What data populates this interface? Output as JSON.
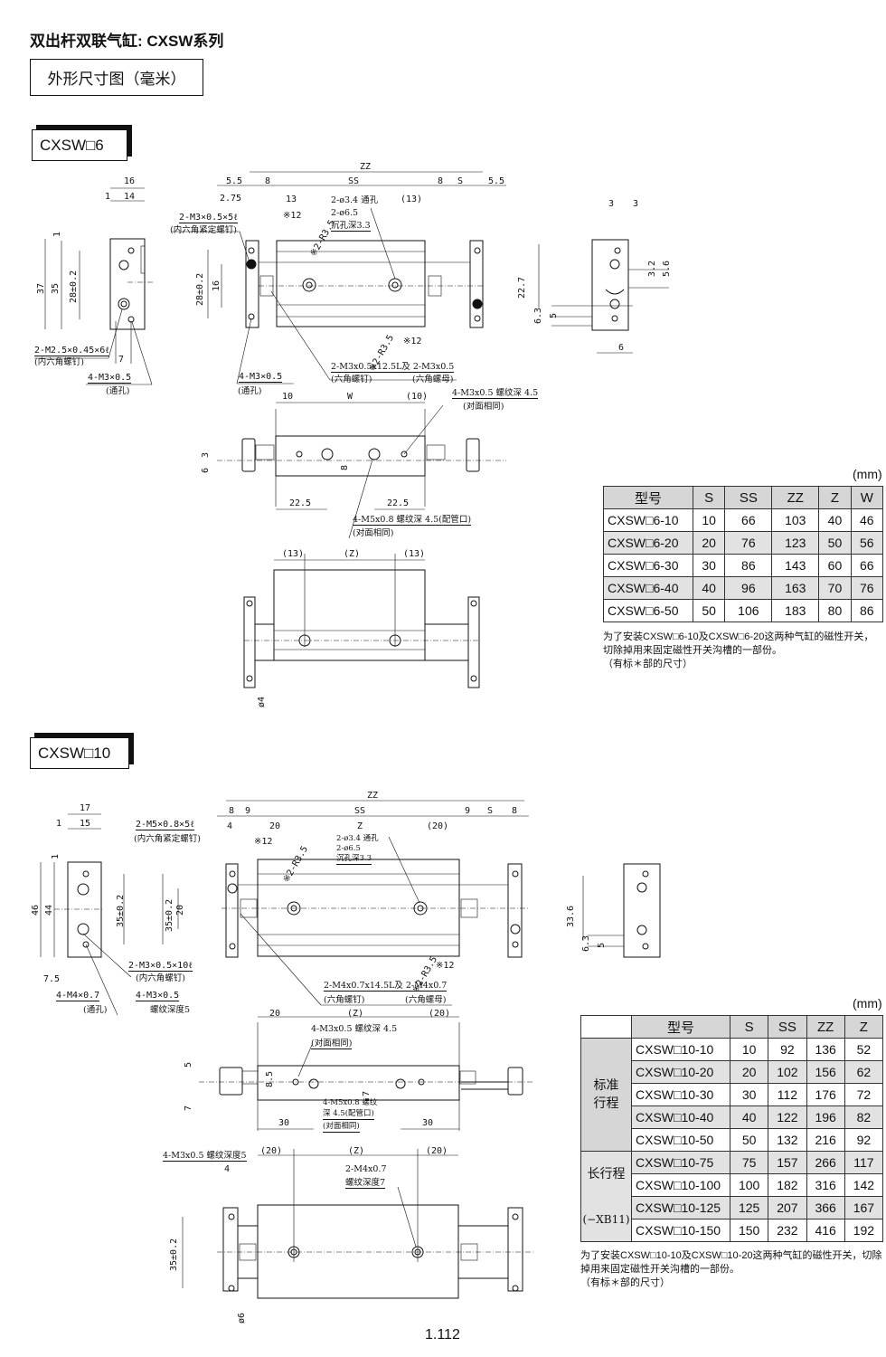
{
  "header": {
    "title": "双出杆双联气缸: CXSW系列",
    "subtitle": "外形尺寸图（毫米）"
  },
  "section6": {
    "tab": "CXSW□6",
    "side": [
      "16",
      "14",
      "1",
      "1",
      "37",
      "35",
      "28±0.2",
      "2-M2.5×0.45×6ℓ",
      "(内六角螺钉)",
      "7",
      "4-M3×0.5",
      "(通孔)"
    ],
    "front": [
      "ZZ",
      "5.5",
      "8",
      "SS",
      "8",
      "S",
      "5.5",
      "2.75",
      "13",
      "※12",
      "2-ø3.4 通孔",
      "2-ø6.5",
      "沉孔深3.3",
      "(13)",
      "※2-R3.5",
      "2-M3×0.5×5ℓ",
      "(内六角紧定螺钉)",
      "28±0.2",
      "16",
      "※2-R3.5",
      "※12",
      "2-M3x0.5x12.5L及 2-M3x0.5",
      "(六角螺钉)",
      "(六角螺母)",
      "4-M3×0.5",
      "(通孔)"
    ],
    "end": [
      "3",
      "3",
      "22.7",
      "3.2",
      "5.6",
      "6.3",
      "5",
      "6"
    ],
    "top": [
      "10",
      "W",
      "(10)",
      "4-M3x0.5 螺纹深 4.5",
      "(对面相同)",
      "3",
      "6",
      "8",
      "22.5",
      "22.5",
      "4-M5x0.8 螺纹深 4.5(配管口)",
      "(对面相同)"
    ],
    "bottom": [
      "(13)",
      "(Z)",
      "(13)",
      "ø4"
    ],
    "table": {
      "unit": "(mm)",
      "headers": [
        "型号",
        "S",
        "SS",
        "ZZ",
        "Z",
        "W"
      ],
      "rows": [
        [
          "CXSW□6-10",
          "10",
          "66",
          "103",
          "40",
          "46"
        ],
        [
          "CXSW□6-20",
          "20",
          "76",
          "123",
          "50",
          "56"
        ],
        [
          "CXSW□6-30",
          "30",
          "86",
          "143",
          "60",
          "66"
        ],
        [
          "CXSW□6-40",
          "40",
          "96",
          "163",
          "70",
          "76"
        ],
        [
          "CXSW□6-50",
          "50",
          "106",
          "183",
          "80",
          "86"
        ]
      ]
    },
    "note": [
      "为了安装CXSW□6-10及CXSW□6-20这两种气缸的磁性开关，切除掉用来固定磁性开关沟槽的一部份。",
      "（有标＊部的尺寸）"
    ]
  },
  "section10": {
    "tab": "CXSW□10",
    "side": [
      "17",
      "15",
      "1",
      "1",
      "46",
      "44",
      "35±0.2",
      "7.5",
      "4-M4×0.7",
      "(通孔)",
      "2-M3×0.5×10ℓ",
      "(内六角螺钉)",
      "4-M3×0.5",
      "螺纹深度5"
    ],
    "front": [
      "ZZ",
      "8",
      "9",
      "SS",
      "9",
      "S",
      "8",
      "4",
      "20",
      "Z",
      "(20)",
      "※12",
      "※2-R3.5",
      "2-ø3.4 通孔",
      "2-ø6.5",
      "沉孔深3.3",
      "2-M5×0.8×5ℓ",
      "(内六角紧定螺钉)",
      "35±0.2",
      "20",
      "※2-R3.5",
      "※12",
      "2-M4x0.7x14.5L及 2-M4x0.7",
      "(六角螺钉)",
      "(六角螺母)"
    ],
    "end": [
      "33.6",
      "6.3",
      "5"
    ],
    "top": [
      "20",
      "(Z)",
      "(20)",
      "4-M3x0.5 螺纹深 4.5",
      "(对面相同)",
      "5",
      "8.5",
      "7",
      "7",
      "4-M5x0.8 螺纹",
      "深 4.5(配管口)",
      "(对面相同)",
      "30",
      "30"
    ],
    "bottom": [
      "4-M3x0.5 螺纹深度5",
      "4",
      "(20)",
      "(Z)",
      "(20)",
      "2-M4x0.7",
      "螺纹深度7",
      "35±0.2",
      "ø6"
    ],
    "table": {
      "unit": "(mm)",
      "headers": [
        "型号",
        "S",
        "SS",
        "ZZ",
        "Z"
      ],
      "groups": [
        "标准行程",
        "长行程",
        "(−XB11)"
      ],
      "rows": [
        [
          "CXSW□10-10",
          "10",
          "92",
          "136",
          "52"
        ],
        [
          "CXSW□10-20",
          "20",
          "102",
          "156",
          "62"
        ],
        [
          "CXSW□10-30",
          "30",
          "112",
          "176",
          "72"
        ],
        [
          "CXSW□10-40",
          "40",
          "122",
          "196",
          "82"
        ],
        [
          "CXSW□10-50",
          "50",
          "132",
          "216",
          "92"
        ],
        [
          "CXSW□10-75",
          "75",
          "157",
          "266",
          "117"
        ],
        [
          "CXSW□10-100",
          "100",
          "182",
          "316",
          "142"
        ],
        [
          "CXSW□10-125",
          "125",
          "207",
          "366",
          "167"
        ],
        [
          "CXSW□10-150",
          "150",
          "232",
          "416",
          "192"
        ]
      ]
    },
    "note": [
      "为了安装CXSW□10-10及CXSW□10-20这两种气缸的磁性开关，切除掉用来固定磁性开关沟槽的一部份。",
      "（有标＊部的尺寸）"
    ]
  },
  "footer": {
    "page": "1.112"
  }
}
